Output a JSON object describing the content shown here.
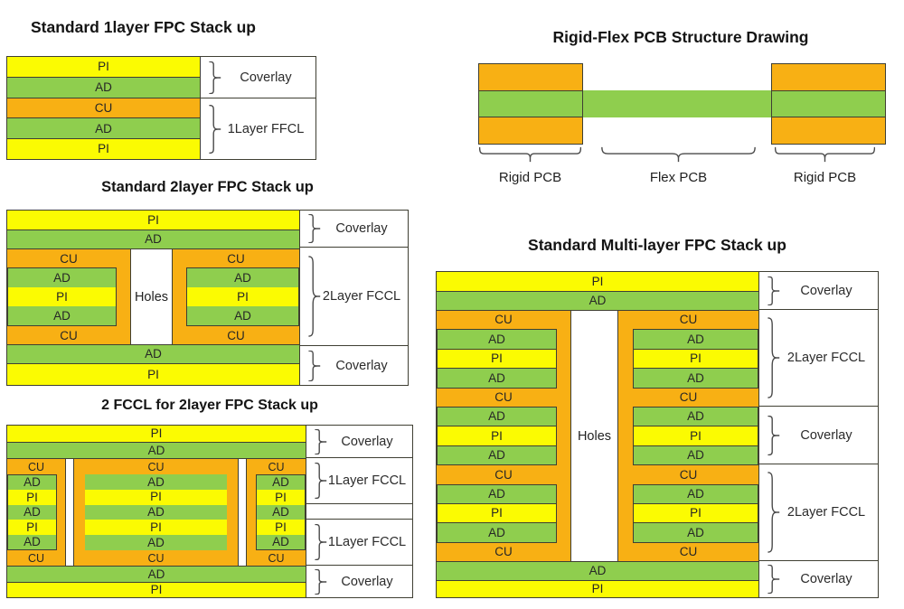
{
  "palette": {
    "pi_yellow": "#fbfb02",
    "ad_green": "#8fce4e",
    "cu_orange": "#f8b014",
    "line_dark": "#3f3f33"
  },
  "diagrams": {
    "one_layer": {
      "title": "Standard 1layer FPC Stack up",
      "stack": [
        "PI",
        "AD",
        "CU",
        "AD",
        "PI"
      ],
      "annotations": [
        "Coverlay",
        "1Layer FFCL"
      ]
    },
    "two_layer": {
      "title": "Standard 2layer FPC Stack up",
      "top_stack": [
        "PI",
        "AD"
      ],
      "core_top": "CU",
      "core_inset": [
        "AD",
        "PI",
        "AD"
      ],
      "core_bottom": "CU",
      "holes": "Holes",
      "bottom_stack": [
        "AD",
        "PI"
      ],
      "annotations": [
        "Coverlay",
        "2Layer FCCL",
        "Coverlay"
      ]
    },
    "two_fccl": {
      "title": "2 FCCL for 2layer FPC Stack up",
      "top_stack": [
        "PI",
        "AD"
      ],
      "core_top": "CU",
      "core_inset": [
        "AD",
        "PI",
        "AD",
        "PI",
        "AD"
      ],
      "core_bottom": "CU",
      "bottom_stack": [
        "AD",
        "PI"
      ],
      "annotations": [
        "Coverlay",
        "1Layer FCCL",
        "",
        "1Layer FCCL",
        "Coverlay"
      ]
    },
    "rigid_flex": {
      "title": "Rigid-Flex PCB Structure Drawing",
      "section_labels": [
        "Rigid PCB",
        "Flex PCB",
        "Rigid PCB"
      ]
    },
    "multi_layer": {
      "title": "Standard Multi-layer FPC Stack up",
      "top_stack": [
        "PI",
        "AD"
      ],
      "column_stack": [
        "CU",
        "AD",
        "PI",
        "AD",
        "CU",
        "AD",
        "PI",
        "AD",
        "CU",
        "AD",
        "PI",
        "AD",
        "CU"
      ],
      "holes": "Holes",
      "bottom_stack": [
        "AD",
        "PI"
      ],
      "annotations": [
        "Coverlay",
        "2Layer FCCL",
        "Coverlay",
        "2Layer FCCL",
        "Coverlay"
      ]
    }
  }
}
